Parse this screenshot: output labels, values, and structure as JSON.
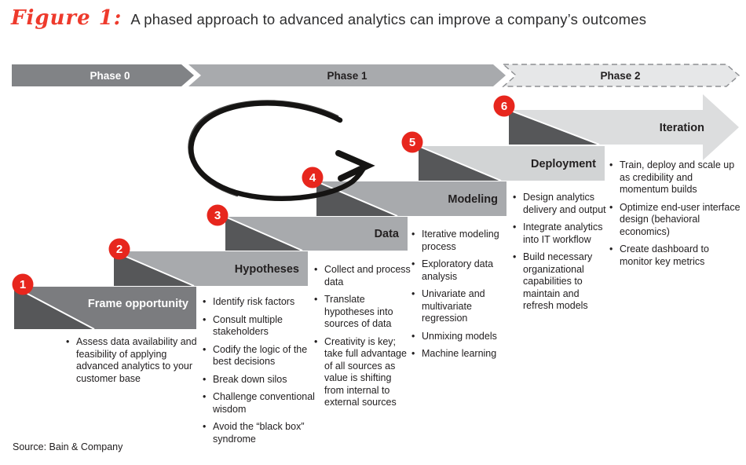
{
  "title": {
    "figure_label": "Figure 1:",
    "text": "A phased approach to advanced analytics can improve a company’s outcomes"
  },
  "phases": [
    {
      "label": "Phase 0"
    },
    {
      "label": "Phase 1"
    },
    {
      "label": "Phase 2"
    }
  ],
  "steps": [
    {
      "number": "1",
      "label": "Frame opportunity",
      "bullets": [
        "Assess data availability and feasibility of applying advanced analytics to your customer base"
      ]
    },
    {
      "number": "2",
      "label": "Hypotheses",
      "bullets": [
        "Identify risk factors",
        "Consult multiple stakeholders",
        "Codify the logic of the best decisions",
        "Break down silos",
        "Challenge conventional wisdom",
        "Avoid the “black box” syndrome"
      ]
    },
    {
      "number": "3",
      "label": "Data",
      "bullets": [
        "Collect and process data",
        "Translate hypotheses into sources of data",
        "Creativity is key; take full advantage of all sources as value is shifting from internal to external sources"
      ]
    },
    {
      "number": "4",
      "label": "Modeling",
      "bullets": [
        "Iterative modeling process",
        "Exploratory data analysis",
        "Univariate and multivariate regression",
        "Unmixing models",
        "Machine learning"
      ]
    },
    {
      "number": "5",
      "label": "Deployment",
      "bullets": [
        "Design analytics delivery and output",
        "Integrate analytics into IT workflow",
        "Build necessary organizational capabilities to maintain and refresh models"
      ]
    },
    {
      "number": "6",
      "label": "Iteration",
      "bullets": [
        "Train, deploy and scale up as credibility and momentum builds",
        "Optimize end-user interface design (behavioral economics)",
        "Create dashboard to monitor key metrics"
      ]
    }
  ],
  "source": "Source: Bain & Company",
  "colors": {
    "red": "#e7261d",
    "figure_red": "#ee3a2c",
    "phase0_fill": "#818386",
    "phase1_fill": "#a8aaad",
    "phase2_fill": "#e6e7e8",
    "bar_dark": "#7b7c7f",
    "bar_medium": "#a8aaad",
    "bar_light": "#d2d4d5",
    "bar_lighter": "#dcddde",
    "triangle": "#565759",
    "sketch_black": "#151413"
  }
}
